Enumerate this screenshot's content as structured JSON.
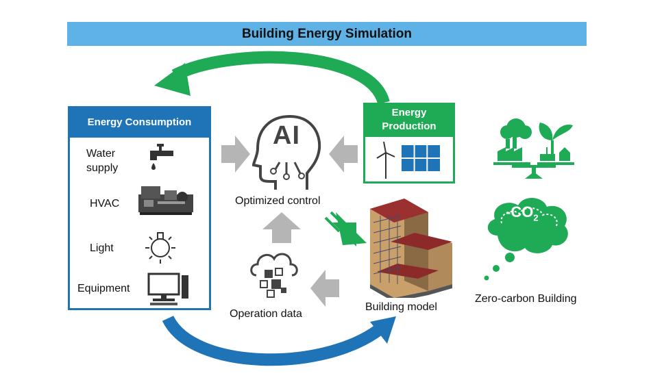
{
  "title": "Building Energy Simulation",
  "energy_consumption": {
    "header": "Energy Consumption",
    "items": [
      {
        "label": "Water supply",
        "icon": "faucet-icon"
      },
      {
        "label": "HVAC",
        "icon": "hvac-icon"
      },
      {
        "label": "Light",
        "icon": "light-bulb-icon"
      },
      {
        "label": "Equipment",
        "icon": "computer-icon"
      }
    ]
  },
  "energy_production": {
    "header": "Energy Production",
    "icons": [
      "wind-turbine-icon",
      "solar-panel-icon"
    ]
  },
  "ai": {
    "icon_text": "AI",
    "label": "Optimized control"
  },
  "operation_data": {
    "label": "Operation data"
  },
  "building_model": {
    "label": "Building model"
  },
  "zero_carbon": {
    "label": "Zero-carbon Building",
    "cloud_text": "-CO",
    "cloud_sub": "2"
  },
  "colors": {
    "blue": "#1f73b7",
    "green": "#1fab55",
    "title_bg": "#5eb2e6",
    "gray_arrow": "#b5b5b5"
  }
}
